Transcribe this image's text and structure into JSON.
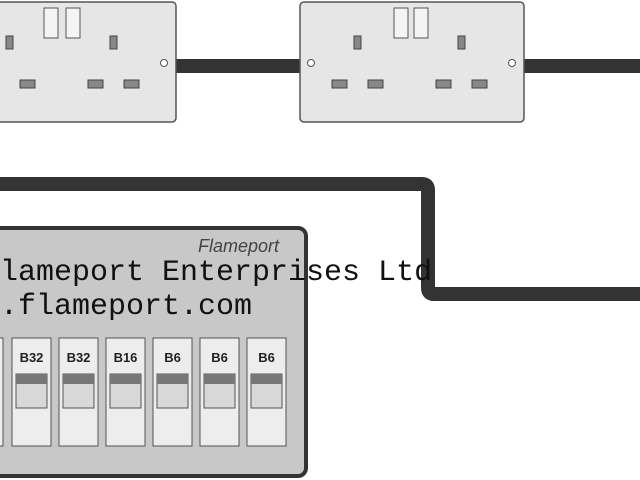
{
  "consumer_unit": {
    "brand": "Flameport",
    "breakers": [
      {
        "label": ""
      },
      {
        "label": "B32"
      },
      {
        "label": "B32"
      },
      {
        "label": "B16"
      },
      {
        "label": "B6"
      },
      {
        "label": "B6"
      },
      {
        "label": "B6"
      }
    ]
  },
  "watermark": {
    "line1": "lameport Enterprises Ltd",
    "line2": ".flameport.com"
  },
  "colors": {
    "cable": "#333333",
    "socket_plate": "#e6e6e6",
    "panel": "#c8c8c8"
  }
}
